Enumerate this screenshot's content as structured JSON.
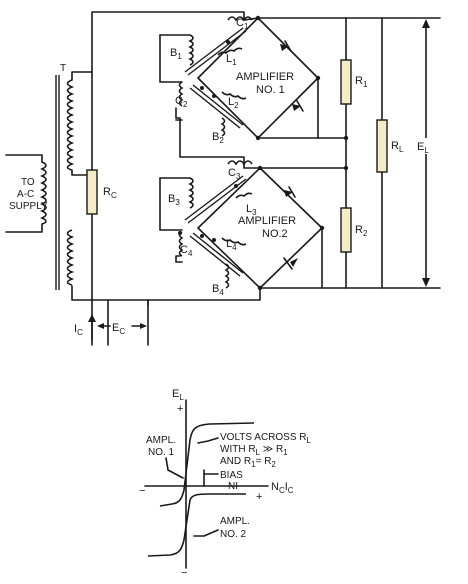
{
  "labels": {
    "supply_l1": "TO",
    "supply_l2": "A-C",
    "supply_l3": "SUPPLY",
    "transformer": "T",
    "rc_main": "R",
    "rc_sub": "C",
    "c1_main": "C",
    "c1_sub": "1",
    "b1_main": "B",
    "b1_sub": "1",
    "l1_main": "L",
    "l1_sub": "1",
    "c2_main": "C",
    "c2_sub": "2",
    "l2_main": "L",
    "l2_sub": "2",
    "b2_main": "B",
    "b2_sub": "2",
    "c3_main": "C",
    "c3_sub": "3",
    "b3_main": "B",
    "b3_sub": "3",
    "l3_main": "L",
    "l3_sub": "3",
    "l4_main": "L",
    "l4_sub": "4",
    "c4_main": "C",
    "c4_sub": "4",
    "b4_main": "B",
    "b4_sub": "4",
    "amp1_l1": "AMPLIFIER",
    "amp1_l2": "NO. 1",
    "amp2_l1": "AMPLIFIER",
    "amp2_l2": "NO.2",
    "r1_main": "R",
    "r1_sub": "1",
    "r2_main": "R",
    "r2_sub": "2",
    "rl_main": "R",
    "rl_sub": "L",
    "el_main": "E",
    "el_sub": "L",
    "ic_main": "I",
    "ic_sub": "C",
    "ec_main": "E",
    "ec_sub": "C"
  },
  "graph": {
    "yaxis_main": "E",
    "yaxis_sub": "L",
    "plus_top": "+",
    "minus_bottom": "−",
    "minus_left": "−",
    "plus_right": "+",
    "xaxis_n": "N",
    "xaxis_n_sub": "C",
    "xaxis_i": "I",
    "xaxis_i_sub": "C",
    "ampl1_l1": "AMPL.",
    "ampl1_l2": "NO. 1",
    "ampl2_l1": "AMPL.",
    "ampl2_l2": "NO. 2",
    "note_l1": "VOLTS ACROSS R",
    "note_l1_sub": "L",
    "note_l2": "WITH R",
    "note_l2_sub1": "L",
    "note_l2_mid": " ≫ R",
    "note_l2_sub2": "1",
    "note_l3": "AND R",
    "note_l3_sub1": "1",
    "note_l3_mid": "= R",
    "note_l3_sub2": "2",
    "bias_l1": "BIAS",
    "bias_l2": "NI"
  }
}
